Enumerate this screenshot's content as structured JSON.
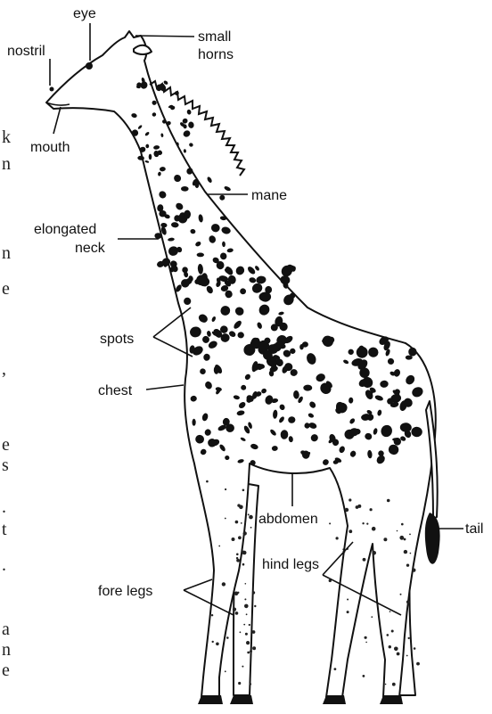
{
  "diagram": {
    "subject": "giraffe",
    "labels": {
      "eye": "eye",
      "nostril": "nostril",
      "small_horns_line1": "small",
      "small_horns_line2": "horns",
      "mouth": "mouth",
      "mane": "mane",
      "elongated_neck_line1": "elongated",
      "elongated_neck_line2": "neck",
      "spots": "spots",
      "chest": "chest",
      "abdomen": "abdomen",
      "tail": "tail",
      "fore_legs": "fore legs",
      "hind_legs": "hind legs"
    },
    "margin_fragments": [
      "k",
      "n",
      "n",
      "e",
      ",",
      "e",
      "s",
      ".",
      "t",
      ".",
      "a",
      "n",
      "e"
    ]
  }
}
